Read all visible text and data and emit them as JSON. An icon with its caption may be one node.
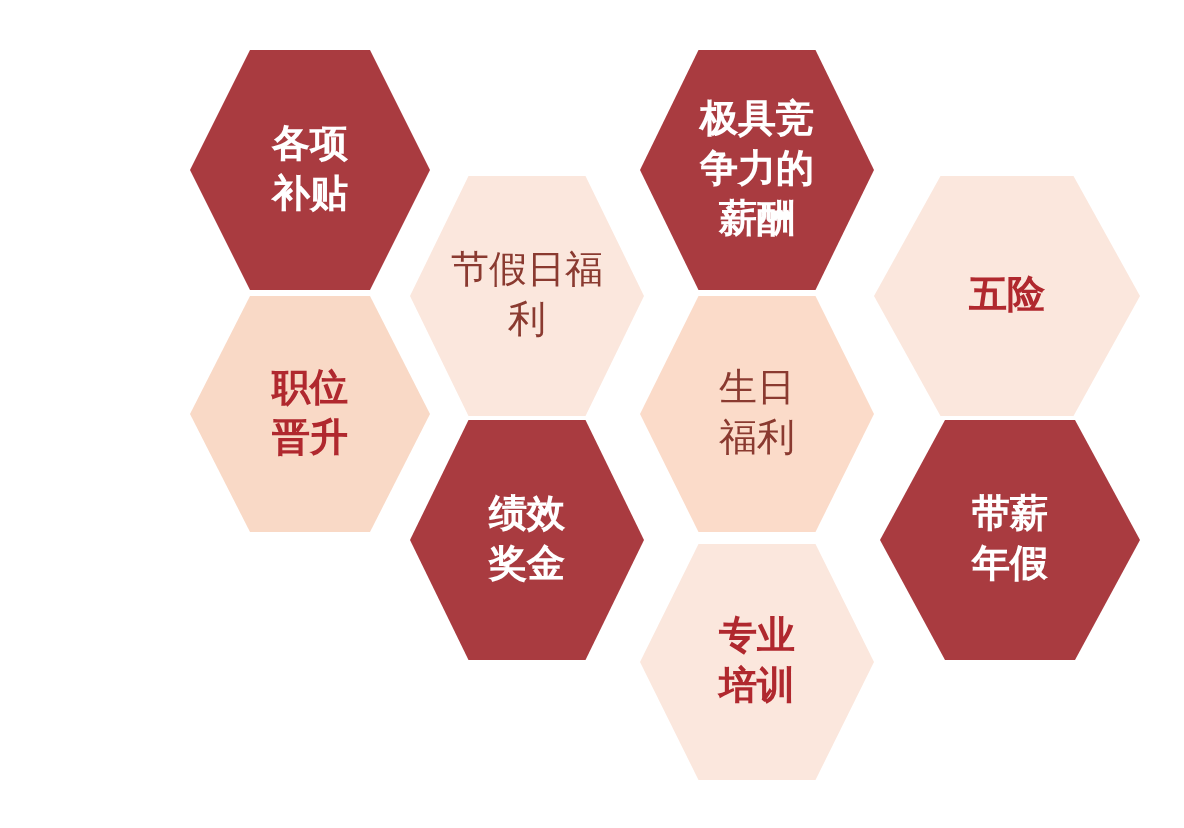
{
  "diagram": {
    "nodes": [
      {
        "text": [
          "各项补贴"
        ]
      },
      {
        "text": [
          "节假日福利"
        ]
      },
      {
        "text": [
          "极具竞争力的薪酬"
        ]
      },
      {
        "text": [
          "五险"
        ]
      },
      {
        "text": [
          "职位晋升"
        ]
      },
      {
        "text": [
          "生日福利"
        ]
      },
      {
        "text": [
          "绩效奖金"
        ]
      },
      {
        "text": [
          "带薪年假"
        ]
      },
      {
        "text": [
          "专业培训"
        ]
      }
    ],
    "edges": []
  }
}
